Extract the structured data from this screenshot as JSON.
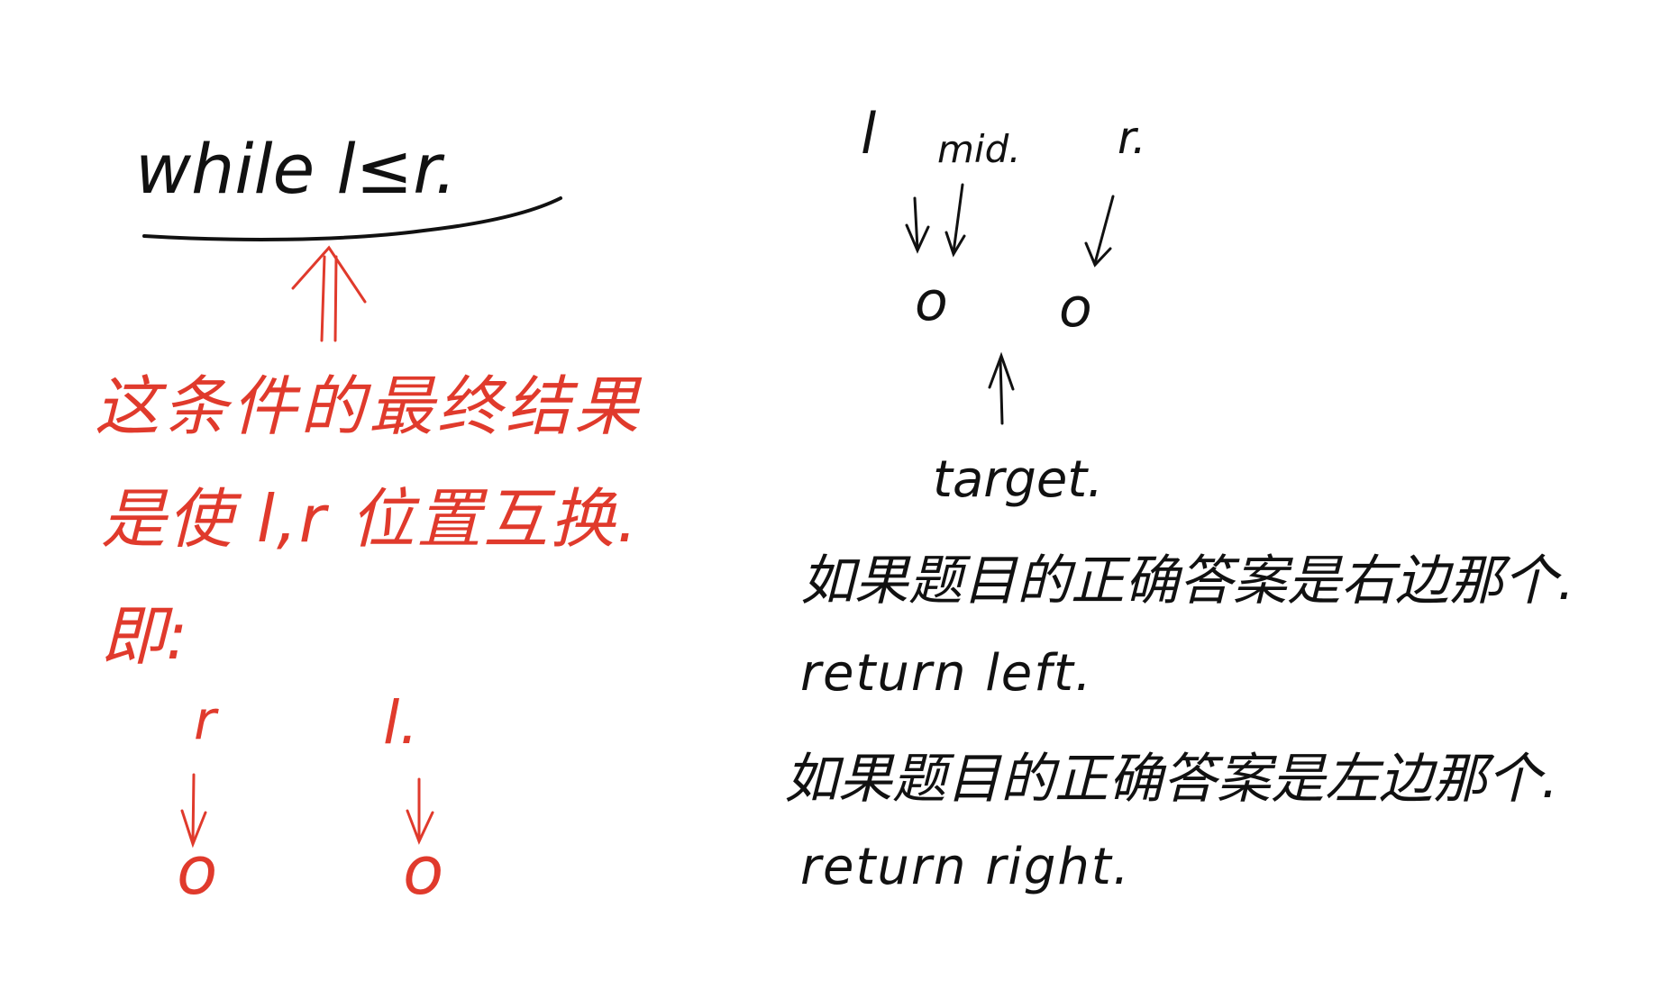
{
  "colors": {
    "ink_black": "#111111",
    "ink_red": "#e03a2c",
    "background": "#ffffff"
  },
  "left_panel": {
    "condition": "while l≤r.",
    "explain_line1": "这条件的最终结果",
    "explain_line2": "是使 l,r 位置互换.",
    "explain_line3": "即:",
    "label_r": "r",
    "label_l": "l.",
    "node_left": "o",
    "node_right": "o"
  },
  "right_panel": {
    "label_l": "l",
    "label_mid": "mid.",
    "label_r": "r.",
    "node_left": "o",
    "node_right": "o",
    "target_label": "target.",
    "case1_text": "如果题目的正确答案是右边那个.",
    "case1_return": "return left.",
    "case2_text": "如果题目的正确答案是左边那个.",
    "case2_return": "return right."
  }
}
